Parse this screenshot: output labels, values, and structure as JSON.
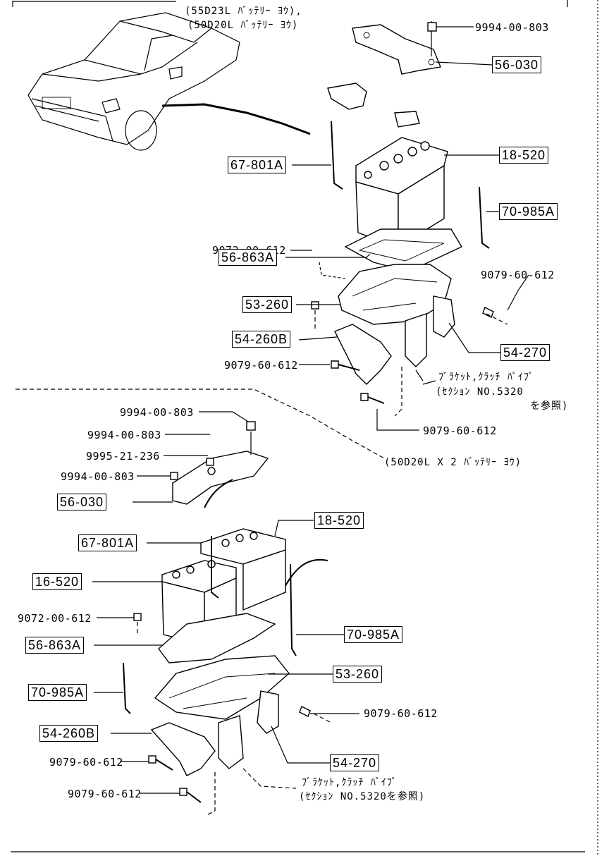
{
  "variant_notes": {
    "top_line1": "(55D23L ﾊﾞｯﾃﾘｰ ﾖｳ),",
    "top_line2": "(50D20L ﾊﾞｯﾃﾘｰ ﾖｳ)",
    "lower": "(50D20L X 2 ﾊﾞｯﾃﾘｰ ﾖｳ)"
  },
  "upper": {
    "bolt_9994": "9994-00-803",
    "box_56_030": "56-030",
    "box_18_520": "18-520",
    "box_67_801A": "67-801A",
    "box_70_985A": "70-985A",
    "bolt_9072": "9072-00-612",
    "box_56_863A": "56-863A",
    "bolt_9079_a": "9079-60-612",
    "box_53_260": "53-260",
    "box_54_260B": "54-260B",
    "bolt_9079_b": "9079-60-612",
    "box_54_270": "54-270",
    "ref_line1": "ﾌﾞﾗｹｯﾄ,ｸﾗｯﾁ ﾊﾟｲﾌﾟ",
    "ref_line2": "(ｾｸｼｮﾝ NO.5320",
    "ref_line3": "を参照)",
    "bolt_9079_c": "9079-60-612"
  },
  "lower": {
    "bolt_9994_a": "9994-00-803",
    "bolt_9994_b": "9994-00-803",
    "washer_9995": "9995-21-236",
    "bolt_9994_c": "9994-00-803",
    "box_56_030": "56-030",
    "box_18_520": "18-520",
    "box_67_801A": "67-801A",
    "box_16_520": "16-520",
    "bolt_9072": "9072-00-612",
    "box_70_985A_r": "70-985A",
    "box_56_863A": "56-863A",
    "box_53_260": "53-260",
    "box_70_985A_l": "70-985A",
    "bolt_9079_a": "9079-60-612",
    "box_54_260B": "54-260B",
    "bolt_9079_b": "9079-60-612",
    "box_54_270": "54-270",
    "bolt_9079_c": "9079-60-612",
    "ref_line1": "ﾌﾞﾗｹｯﾄ,ｸﾗｯﾁ ﾊﾟｲﾌﾟ",
    "ref_line2": "(ｾｸｼｮﾝ NO.5320を参照)"
  }
}
